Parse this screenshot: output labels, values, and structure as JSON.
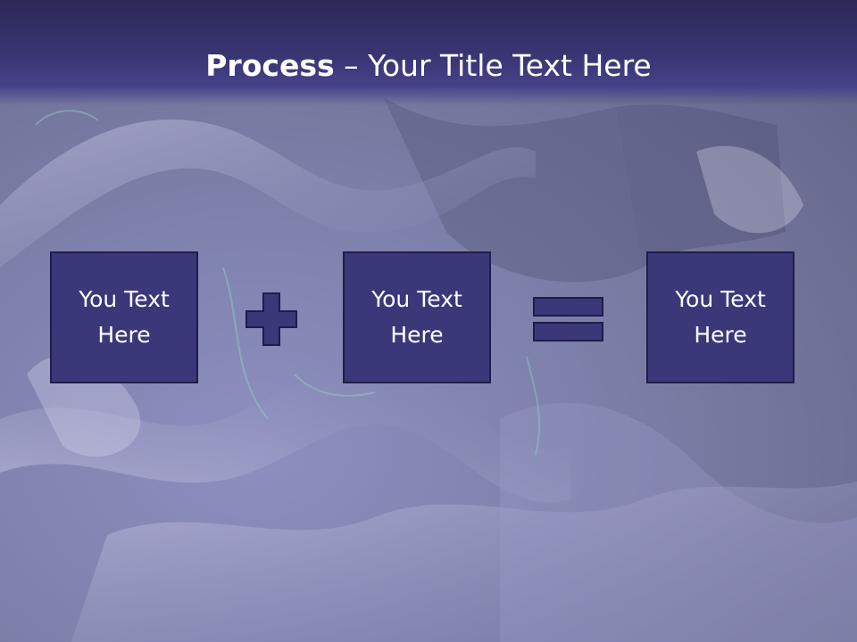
{
  "slide": {
    "title_bold": "Process",
    "title_rest": " – Your Title Text Here"
  },
  "process": {
    "boxes": [
      {
        "label": "You Text Here"
      },
      {
        "label": "You Text Here"
      },
      {
        "label": "You Text Here"
      }
    ],
    "operators": [
      "plus-icon",
      "equals-icon"
    ]
  },
  "colors": {
    "title_bar": "#3a3776",
    "box_fill": "#3b3879",
    "box_border": "#1f1d49",
    "text": "#ffffff"
  }
}
